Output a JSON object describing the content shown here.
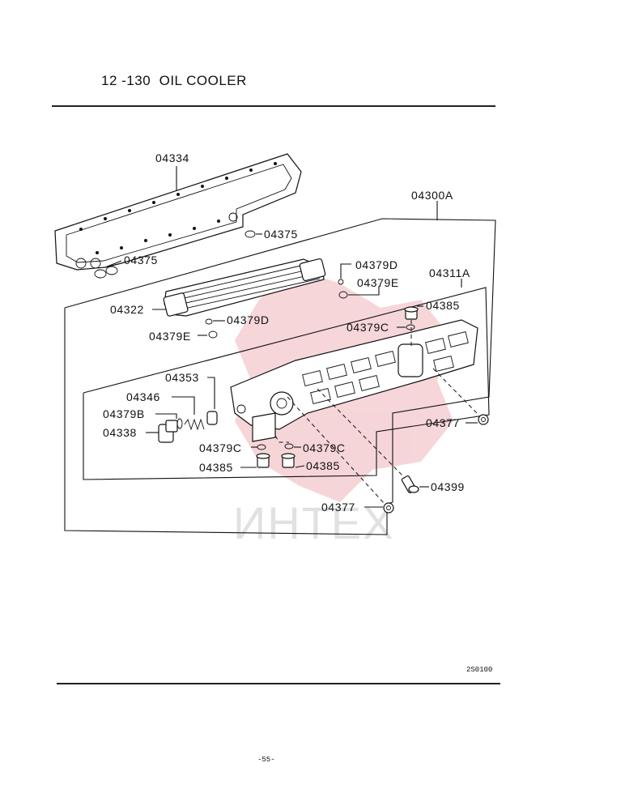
{
  "header": {
    "title": "12 -130  OIL COOLER"
  },
  "footer": {
    "figure_code": "2S0100",
    "page_number": "-55-"
  },
  "watermark": {
    "text": "ИНТЕХ",
    "color": "#f3c8cc"
  },
  "callouts": {
    "c04334": "04334",
    "c04300A": "04300A",
    "c04375a": "04375",
    "c04375b": "04375",
    "c04379Da": "04379D",
    "c04379Ea": "04379E",
    "c04311A": "04311A",
    "c04322": "04322",
    "c04379Db": "04379D",
    "c04385a": "04385",
    "c04379Eb": "04379E",
    "c04379Ca": "04379C",
    "c04353": "04353",
    "c04346": "04346",
    "c04379B": "04379B",
    "c04338": "04338",
    "c04377a": "04377",
    "c04379Cb": "04379C",
    "c04379Cc": "04379C",
    "c04385b": "04385",
    "c04385c": "04385",
    "c04399": "04399",
    "c04377b": "04377"
  }
}
